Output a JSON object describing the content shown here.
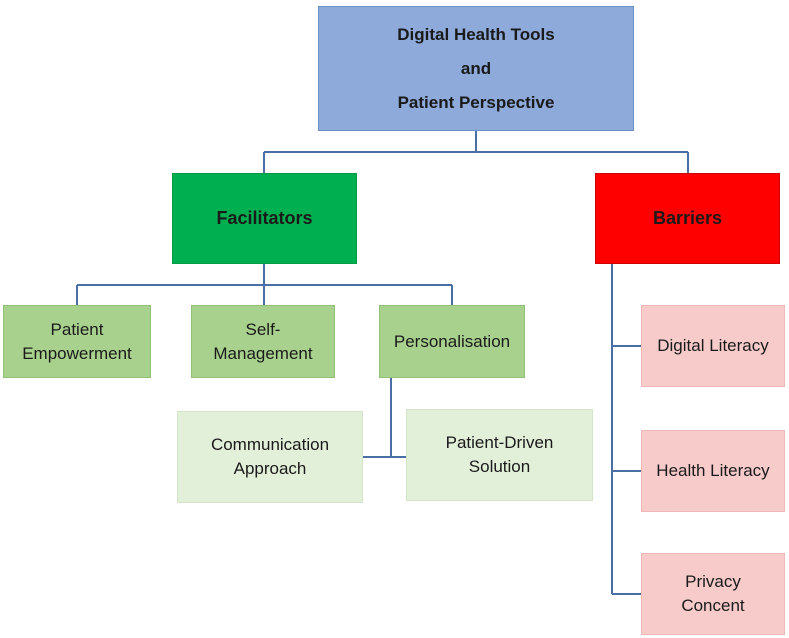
{
  "root": {
    "line1": "Digital Health Tools",
    "line2": "and",
    "line3": "Patient Perspective"
  },
  "facilitators": {
    "label": "Facilitators",
    "items": [
      {
        "line1": "Patient",
        "line2": "Empowerment"
      },
      {
        "line1": "Self-",
        "line2": "Management"
      },
      {
        "line1": "Personalisation"
      }
    ],
    "personalisation_children": [
      {
        "line1": "Communication",
        "line2": "Approach"
      },
      {
        "line1": "Patient-Driven",
        "line2": "Solution"
      }
    ]
  },
  "barriers": {
    "label": "Barriers",
    "items": [
      {
        "line1": "Digital Literacy"
      },
      {
        "line1": "Health Literacy"
      },
      {
        "line1": "Privacy",
        "line2": "Concent"
      }
    ]
  },
  "colors": {
    "root": "#8eaadb",
    "facilitators": "#00b050",
    "barriers": "#ff0000",
    "facilitator_item": "#a9d18e",
    "sub_item": "#e2efd9",
    "barrier_item": "#f8cbcb",
    "connector": "#4a6fa5"
  }
}
